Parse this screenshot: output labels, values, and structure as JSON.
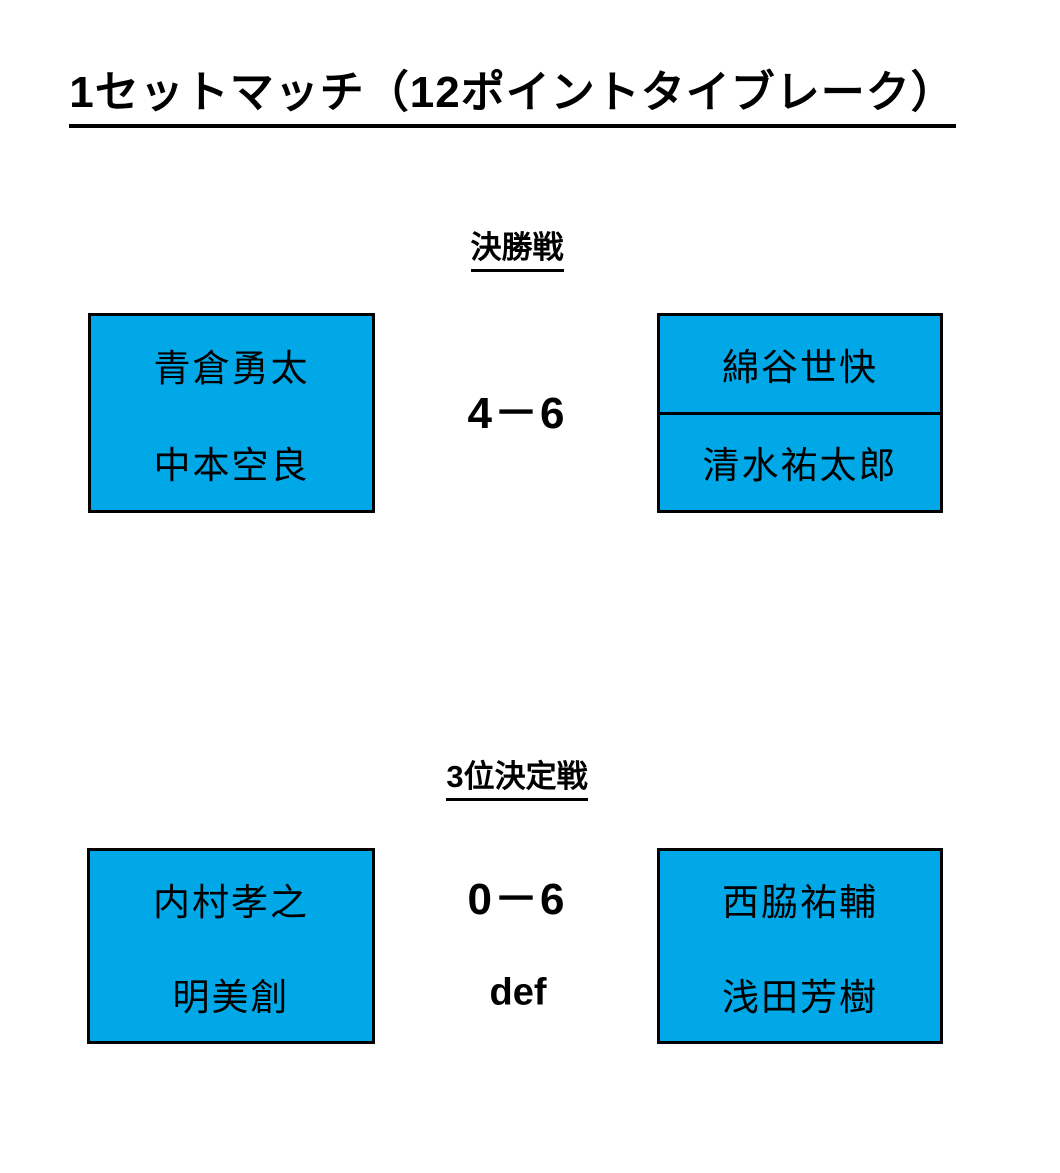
{
  "page": {
    "title": "1セットマッチ（12ポイントタイブレーク）"
  },
  "colors": {
    "box_fill": "#00A8E8",
    "box_border": "#000000",
    "text": "#000000",
    "background": "#FFFFFF"
  },
  "matches": [
    {
      "section_title": "決勝戦",
      "score": "4－6",
      "left_pair": {
        "player1": "青倉勇太",
        "player2": "中本空良",
        "divider": false
      },
      "right_pair": {
        "player1": "綿谷世快",
        "player2": "清水祐太郎",
        "divider": true
      }
    },
    {
      "section_title": "3位決定戦",
      "score": "0－6",
      "result_note": "def",
      "left_pair": {
        "player1": "内村孝之",
        "player2": "明美創",
        "divider": false
      },
      "right_pair": {
        "player1": "西脇祐輔",
        "player2": "浅田芳樹",
        "divider": false
      }
    }
  ]
}
